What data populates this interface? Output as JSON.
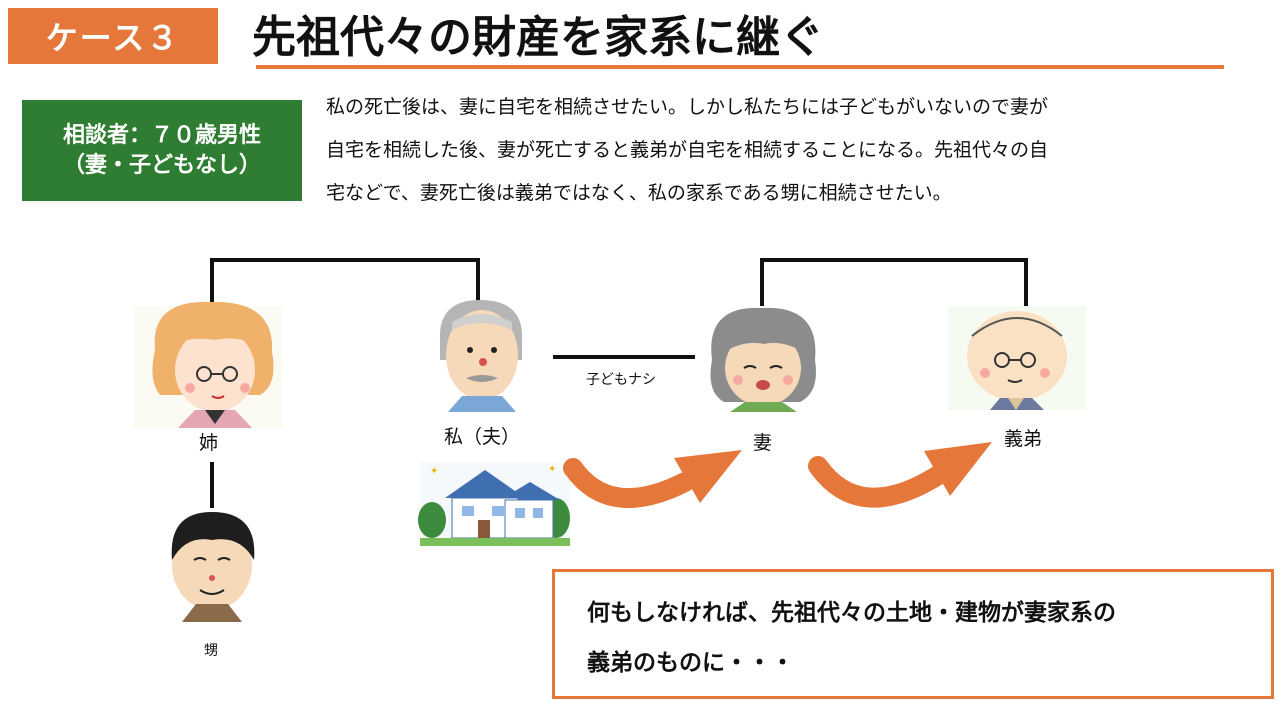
{
  "header": {
    "case_label": "ケース３",
    "title": "先祖代々の財産を家系に継ぐ"
  },
  "client": {
    "line1": "相談者：７０歳男性",
    "line2": "（妻・子どもなし）"
  },
  "description": {
    "line1": "私の死亡後は、妻に自宅を相続させたい。しかし私たちには子どもがいないので妻が",
    "line2": "自宅を相続した後、妻が死亡すると義弟が自宅を相続することになる。先祖代々の自",
    "line3": "宅などで、妻死亡後は義弟ではなく、私の家系である甥に相続させたい。"
  },
  "family": {
    "sister_label": "姉",
    "self_label": "私（夫）",
    "wife_label": "妻",
    "brother_in_law_label": "義弟",
    "nephew_label": "甥",
    "no_children_label": "子どもナシ"
  },
  "warning": {
    "line1": "何もしなければ、先祖代々の土地・建物が妻家系の",
    "line2": "義弟のものに・・・"
  },
  "colors": {
    "accent_orange": "#e6773a",
    "client_green": "#2e7d32"
  }
}
